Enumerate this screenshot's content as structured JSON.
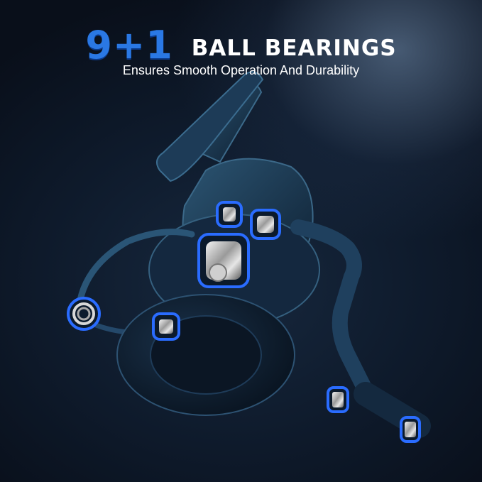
{
  "headline": {
    "count": "9+1",
    "text": "BALL BEARINGS"
  },
  "subtitle": "Ensures Smooth Operation And Durability",
  "colors": {
    "accent": "#2a78e4",
    "reel_body": "#1c3a55",
    "glow": "#2a6cff"
  },
  "image": {
    "subject": "fishing-reel",
    "highlighted_parts": [
      "bearing-top-left",
      "bearing-top-right",
      "main-bearing",
      "spring",
      "bearing-spool",
      "bearing-handle-1",
      "bearing-handle-2"
    ]
  }
}
